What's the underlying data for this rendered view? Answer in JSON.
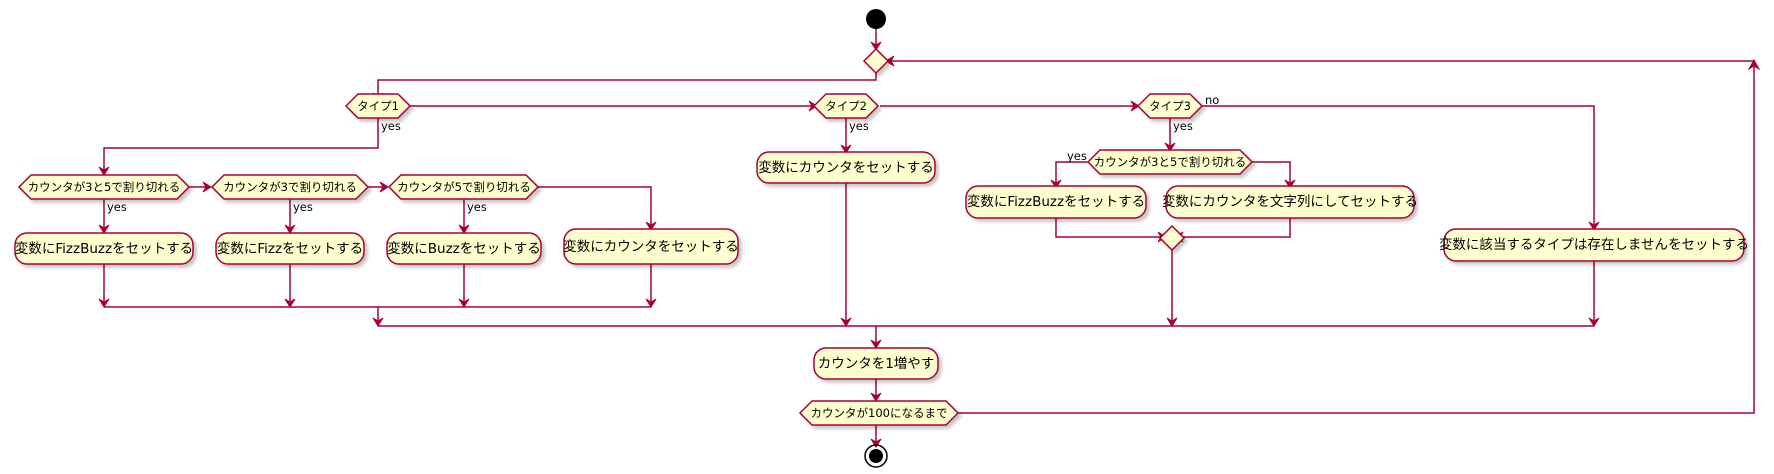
{
  "activities": {
    "set_fizzbuzz_1": "変数にFizzBuzzをセットする",
    "set_fizz": "変数にFizzをセットする",
    "set_buzz": "変数にBuzzをセットする",
    "set_counter_1": "変数にカウンタをセットする",
    "set_counter_2": "変数にカウンタをセットする",
    "set_fizzbuzz_3": "変数にFizzBuzzをセットする",
    "set_counter_str": "変数にカウンタを文字列にしてセットする",
    "set_no_type": "変数に該当するタイプは存在しませんをセットする",
    "increment": "カウンタを1増やす"
  },
  "conditions": {
    "type1": "タイプ1",
    "type2": "タイプ2",
    "type3": "タイプ3",
    "div3and5_a": "カウンタが3と5で割り切れる",
    "div3": "カウンタが3で割り切れる",
    "div5": "カウンタが5で割り切れる",
    "div3and5_b": "カウンタが3と5で割り切れる",
    "repeat_until": "カウンタが100になるまで"
  },
  "labels": {
    "yes_type1": "yes",
    "yes_type2": "yes",
    "yes_type3": "yes",
    "no_type3": "no",
    "yes_div3and5_a": "yes",
    "yes_div3": "yes",
    "yes_div5": "yes",
    "yes_div3and5_b": "yes"
  },
  "colors": {
    "line": "#A80036",
    "node_fill": "#FEFECE"
  }
}
